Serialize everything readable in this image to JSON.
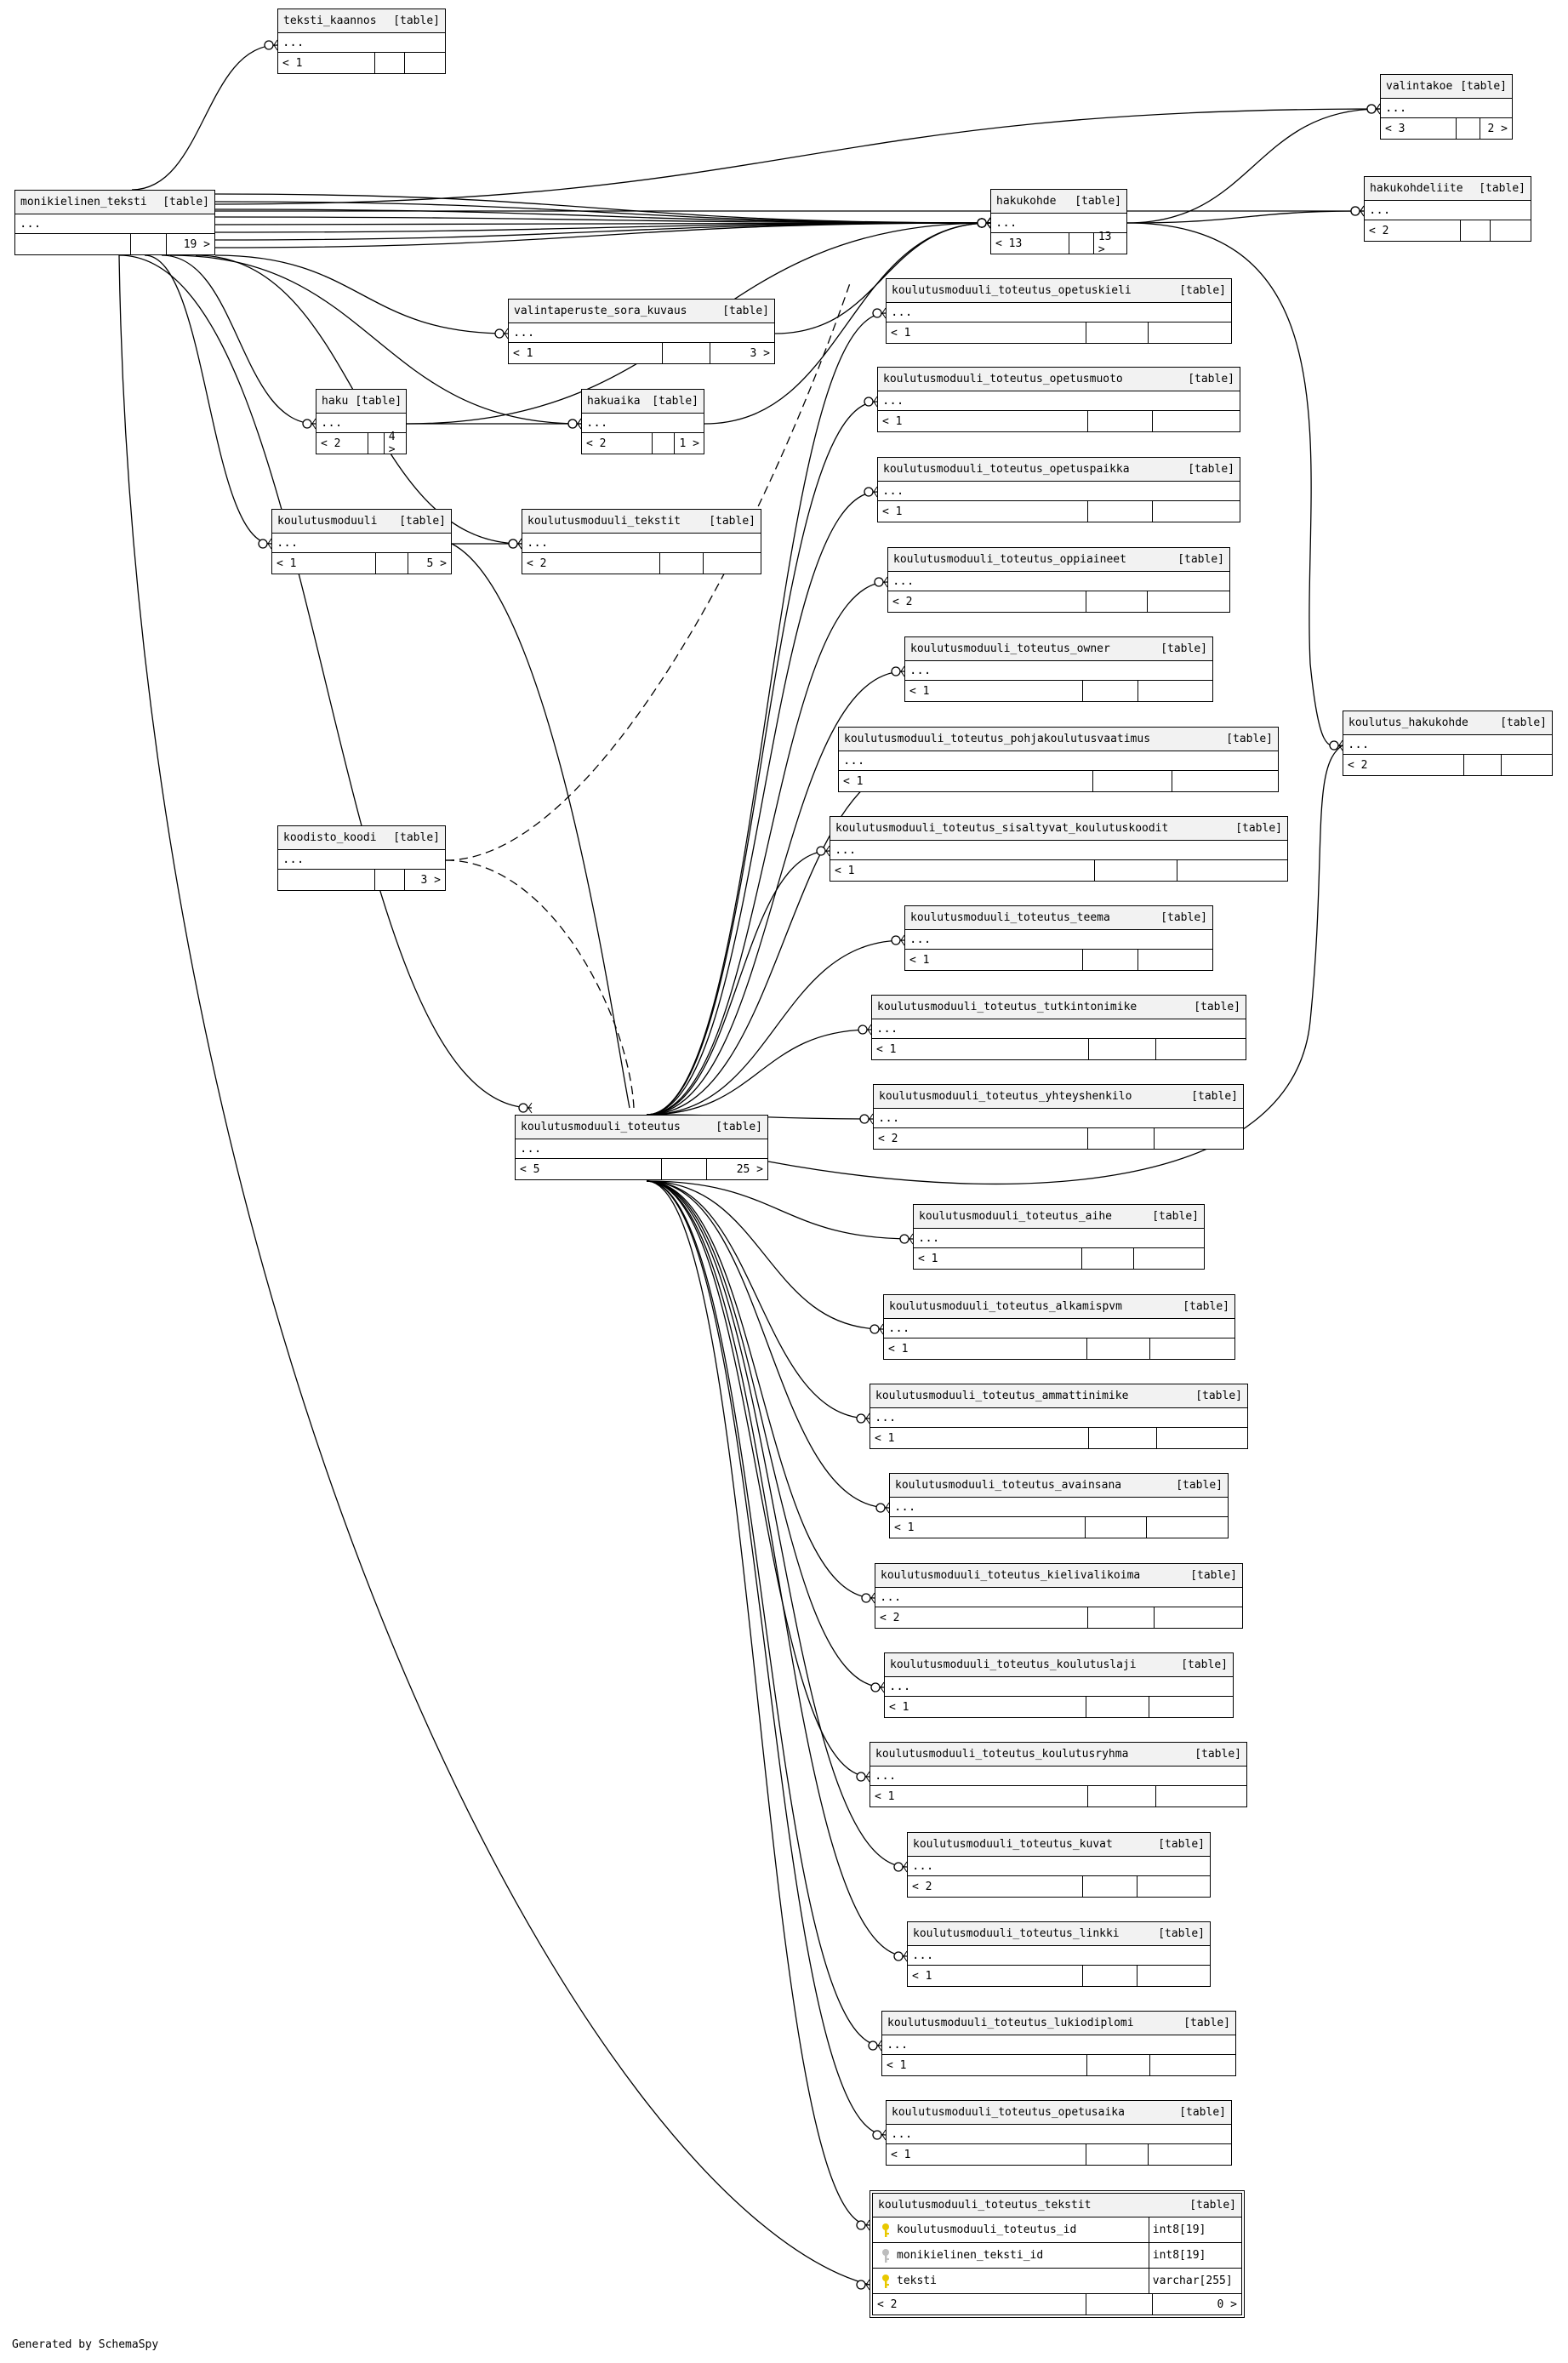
{
  "generated_by": "Generated by SchemaSpy",
  "kind_label": "[table]",
  "ellipsis": "...",
  "tables": [
    {
      "id": "monikielinen_teksti",
      "name": "monikielinen_teksti",
      "parents": "",
      "children": "19 >"
    },
    {
      "id": "teksti_kaannos",
      "name": "teksti_kaannos",
      "parents": "< 1",
      "children": ""
    },
    {
      "id": "valintakoe",
      "name": "valintakoe",
      "parents": "< 3",
      "children": "2 >"
    },
    {
      "id": "hakukohdeliite",
      "name": "hakukohdeliite",
      "parents": "< 2",
      "children": ""
    },
    {
      "id": "hakukohde",
      "name": "hakukohde",
      "parents": "< 13",
      "children": "13 >"
    },
    {
      "id": "valintaperuste_sora_kuvaus",
      "name": "valintaperuste_sora_kuvaus",
      "parents": "< 1",
      "children": "3 >"
    },
    {
      "id": "haku",
      "name": "haku",
      "parents": "< 2",
      "children": "4 >"
    },
    {
      "id": "hakuaika",
      "name": "hakuaika",
      "parents": "< 2",
      "children": "1 >"
    },
    {
      "id": "koulutusmoduuli",
      "name": "koulutusmoduuli",
      "parents": "< 1",
      "children": "5 >"
    },
    {
      "id": "koulutusmoduuli_tekstit",
      "name": "koulutusmoduuli_tekstit",
      "parents": "< 2",
      "children": ""
    },
    {
      "id": "koodisto_koodi",
      "name": "koodisto_koodi",
      "parents": "",
      "children": "3 >"
    },
    {
      "id": "koulutusmoduuli_toteutus",
      "name": "koulutusmoduuli_toteutus",
      "parents": "< 5",
      "children": "25 >"
    },
    {
      "id": "koulutus_hakukohde",
      "name": "koulutus_hakukohde",
      "parents": "< 2",
      "children": ""
    },
    {
      "id": "kt_opetuskieli",
      "name": "koulutusmoduuli_toteutus_opetuskieli",
      "parents": "< 1",
      "children": ""
    },
    {
      "id": "kt_opetusmuoto",
      "name": "koulutusmoduuli_toteutus_opetusmuoto",
      "parents": "< 1",
      "children": ""
    },
    {
      "id": "kt_opetuspaikka",
      "name": "koulutusmoduuli_toteutus_opetuspaikka",
      "parents": "< 1",
      "children": ""
    },
    {
      "id": "kt_oppiaineet",
      "name": "koulutusmoduuli_toteutus_oppiaineet",
      "parents": "< 2",
      "children": ""
    },
    {
      "id": "kt_owner",
      "name": "koulutusmoduuli_toteutus_owner",
      "parents": "< 1",
      "children": ""
    },
    {
      "id": "kt_pohja",
      "name": "koulutusmoduuli_toteutus_pohjakoulutusvaatimus",
      "parents": "< 1",
      "children": ""
    },
    {
      "id": "kt_sisaltyvat",
      "name": "koulutusmoduuli_toteutus_sisaltyvat_koulutuskoodit",
      "parents": "< 1",
      "children": ""
    },
    {
      "id": "kt_teema",
      "name": "koulutusmoduuli_toteutus_teema",
      "parents": "< 1",
      "children": ""
    },
    {
      "id": "kt_tutkinto",
      "name": "koulutusmoduuli_toteutus_tutkintonimike",
      "parents": "< 1",
      "children": ""
    },
    {
      "id": "kt_yhteys",
      "name": "koulutusmoduuli_toteutus_yhteyshenkilo",
      "parents": "< 2",
      "children": ""
    },
    {
      "id": "kt_aihe",
      "name": "koulutusmoduuli_toteutus_aihe",
      "parents": "< 1",
      "children": ""
    },
    {
      "id": "kt_alkamis",
      "name": "koulutusmoduuli_toteutus_alkamispvm",
      "parents": "< 1",
      "children": ""
    },
    {
      "id": "kt_ammatti",
      "name": "koulutusmoduuli_toteutus_ammattinimike",
      "parents": "< 1",
      "children": ""
    },
    {
      "id": "kt_avain",
      "name": "koulutusmoduuli_toteutus_avainsana",
      "parents": "< 1",
      "children": ""
    },
    {
      "id": "kt_kieli",
      "name": "koulutusmoduuli_toteutus_kielivalikoima",
      "parents": "< 2",
      "children": ""
    },
    {
      "id": "kt_laji",
      "name": "koulutusmoduuli_toteutus_koulutuslaji",
      "parents": "< 1",
      "children": ""
    },
    {
      "id": "kt_ryhma",
      "name": "koulutusmoduuli_toteutus_koulutusryhma",
      "parents": "< 1",
      "children": ""
    },
    {
      "id": "kt_kuvat",
      "name": "koulutusmoduuli_toteutus_kuvat",
      "parents": "< 2",
      "children": ""
    },
    {
      "id": "kt_linkki",
      "name": "koulutusmoduuli_toteutus_linkki",
      "parents": "< 1",
      "children": ""
    },
    {
      "id": "kt_lukio",
      "name": "koulutusmoduuli_toteutus_lukiodiplomi",
      "parents": "< 1",
      "children": ""
    },
    {
      "id": "kt_opetusaika",
      "name": "koulutusmoduuli_toteutus_opetusaika",
      "parents": "< 1",
      "children": ""
    }
  ],
  "focus_table": {
    "name": "koulutusmoduuli_toteutus_tekstit",
    "columns": [
      {
        "name": "koulutusmoduuli_toteutus_id",
        "type": "int8[19]",
        "key": "primary"
      },
      {
        "name": "monikielinen_teksti_id",
        "type": "int8[19]",
        "key": "foreign"
      },
      {
        "name": "teksti",
        "type": "varchar[255]",
        "key": "primary"
      }
    ],
    "parents": "< 2",
    "children": "0 >"
  },
  "colors": {
    "header_bg": "#f2f2f2",
    "line": "#000000",
    "primary_key": "#e8c800",
    "foreign_key": "#bdbdbd"
  },
  "key_icon_names": {
    "primary": "primary-key-icon",
    "foreign": "foreign-key-icon"
  }
}
